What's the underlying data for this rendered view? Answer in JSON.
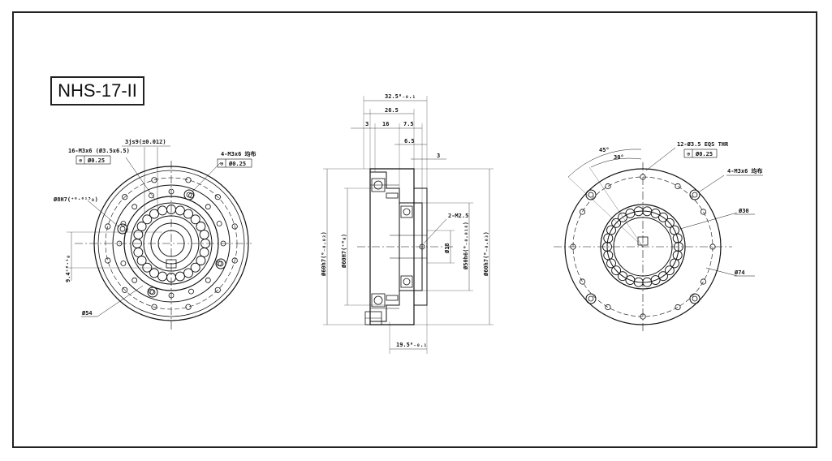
{
  "title": "NHS-17-II",
  "left_view": {
    "note_tapped_holes": "16-M3x6 (Ø3.5x6.5)",
    "tolerance_1": "Ø0.25",
    "keyway": "3js9(±0.012)",
    "note_holes_4": "4-M3x6 均布",
    "tolerance_2": "Ø0.25",
    "bore": "Ø8H7(⁺⁰·⁰¹⁵₀)",
    "key_depth": "9.4⁺⁰·¹₀",
    "pcd": "Ø54"
  },
  "center_view": {
    "length_total": "32.5⁰₋₀.₁",
    "length_26": "26.5",
    "seg_3": "3",
    "seg_16": "16",
    "seg_7": "7.5",
    "seg_6": "6.5",
    "gap_3": "3",
    "tap": "2-M2.5",
    "d_outer_left": "Ø60h7(⁰₋₀.₀₃)",
    "d_inner_left": "Ø60H7(⁺⁰₀)",
    "d_18": "Ø18",
    "d_mid": "Ø50h6(⁰₋₀.₀₁₆)",
    "d_outer_right": "Ø60h7(⁰₋₀.₀₃)",
    "bottom": "19.5⁰₋₀.₁"
  },
  "right_view": {
    "angle_45": "45°",
    "angle_30": "30°",
    "note_holes_12": "12-Ø3.5 EQS THR",
    "tolerance": "Ø0.25",
    "note_holes_4": "4-M3x6 均布",
    "d_30": "Ø30",
    "d_74": "Ø74"
  }
}
